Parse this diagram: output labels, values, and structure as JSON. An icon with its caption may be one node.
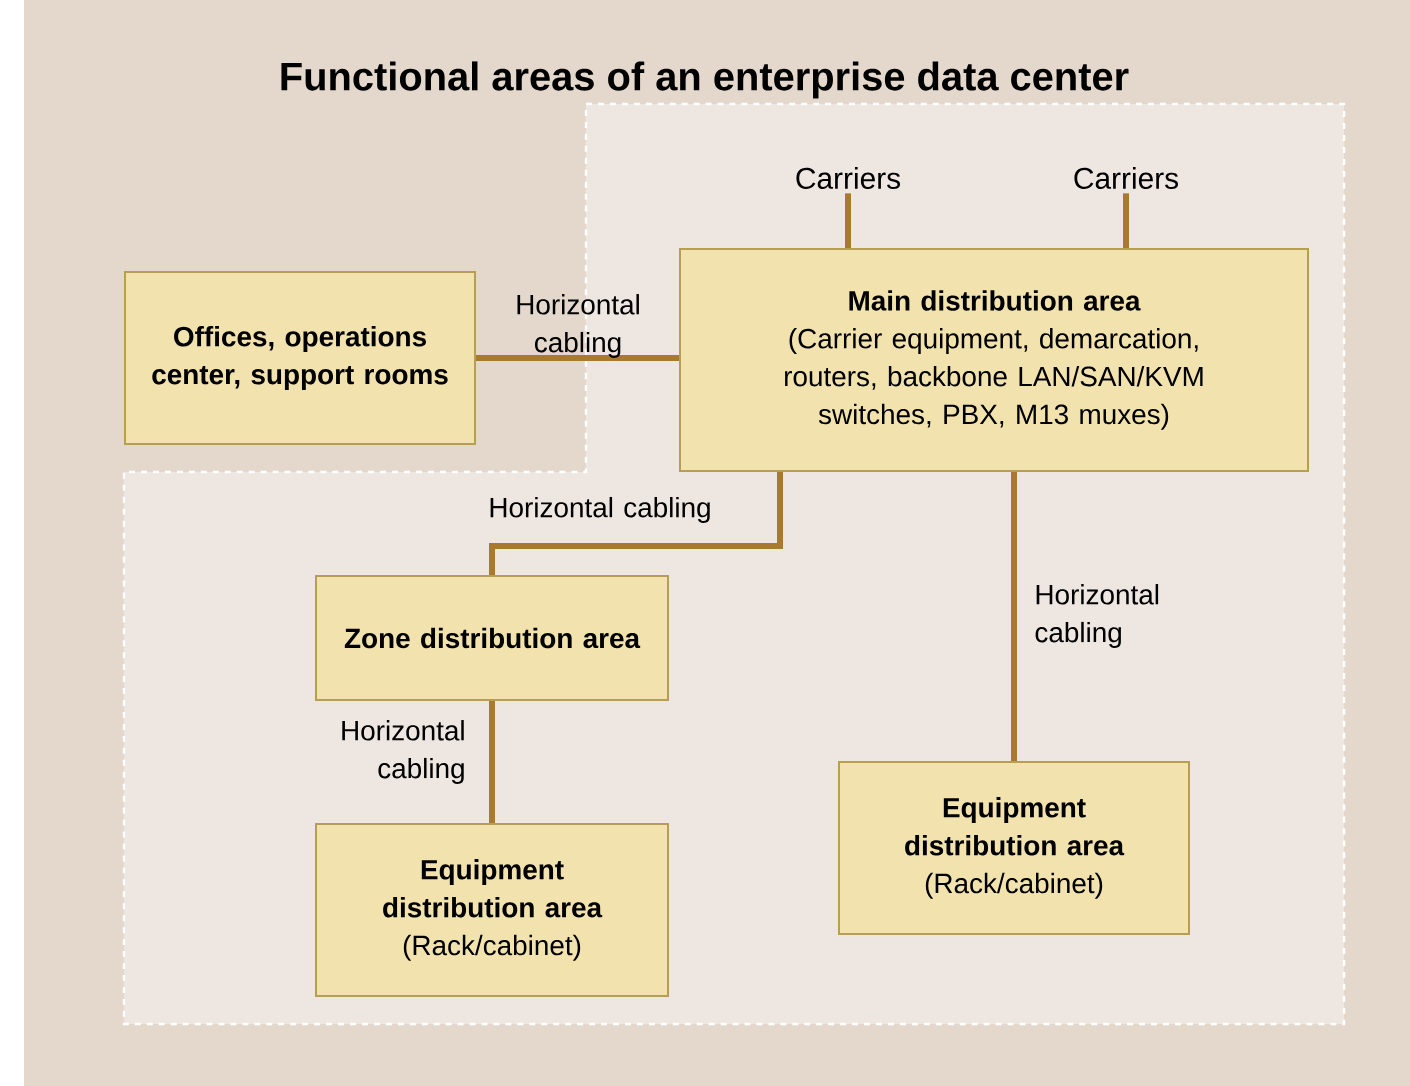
{
  "diagram": {
    "title": "Functional areas of an enterprise data center",
    "nodes": [
      {
        "text": [
          "Carriers"
        ]
      },
      {
        "text": [
          "Carriers"
        ]
      },
      {
        "text": [
          "Offices, operations center, support rooms"
        ]
      },
      {
        "text": [
          "Main distribution area",
          "(Carrier equipment, demarcation, routers, backbone LAN/SAN/KVM switches, PBX, M13 muxes)"
        ]
      },
      {
        "text": [
          "Zone distribution area"
        ]
      },
      {
        "text": [
          "Equipment distribution area",
          "(Rack/cabinet)"
        ]
      },
      {
        "text": [
          "Equipment distribution area",
          "(Rack/cabinet)"
        ]
      }
    ],
    "edges": [
      {
        "from": 0,
        "to": 3,
        "arrow": "none"
      },
      {
        "from": 1,
        "to": 3,
        "arrow": "none"
      },
      {
        "from": 2,
        "to": 3,
        "arrow": "none",
        "label": "Horizontal cabling"
      },
      {
        "from": 3,
        "to": 4,
        "arrow": "none",
        "label": "Horizontal cabling"
      },
      {
        "from": 4,
        "to": 5,
        "arrow": "none",
        "label": "Horizontal cabling"
      },
      {
        "from": 3,
        "to": 6,
        "arrow": "none",
        "label": "Horizontal cabling"
      }
    ]
  }
}
